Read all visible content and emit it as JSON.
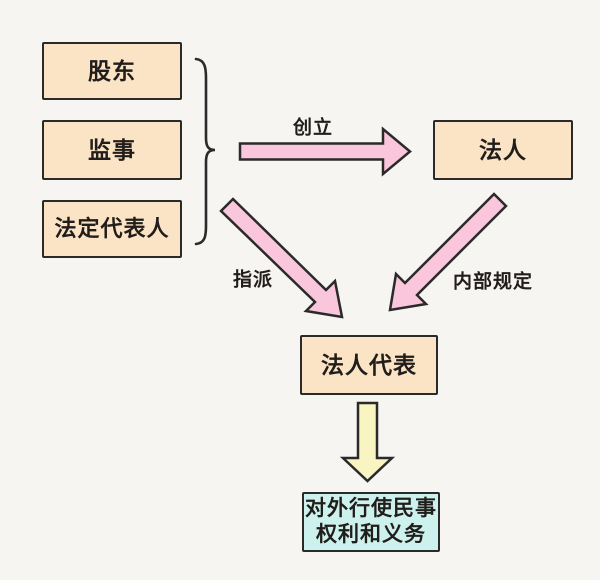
{
  "diagram": {
    "nodes": {
      "shareholder": "股东",
      "supervisor": "监事",
      "statutory_representative": "法定代表人",
      "legal_person": "法人",
      "legal_person_representative": "法人代表",
      "civil_rights": "对外行使民事\n权利和义务"
    },
    "edge_labels": {
      "create": "创立",
      "appoint": "指派",
      "internal_rules": "内部规定"
    },
    "colors": {
      "background": "#f7f5f2",
      "node_fill_peach": "#fbe3c5",
      "node_fill_cyan": "#cdf2ee",
      "arrow_pink": "#f9c6db",
      "arrow_yellow": "#f8f5c2",
      "outline": "#2a2a2a",
      "text": "#211d1a"
    }
  }
}
